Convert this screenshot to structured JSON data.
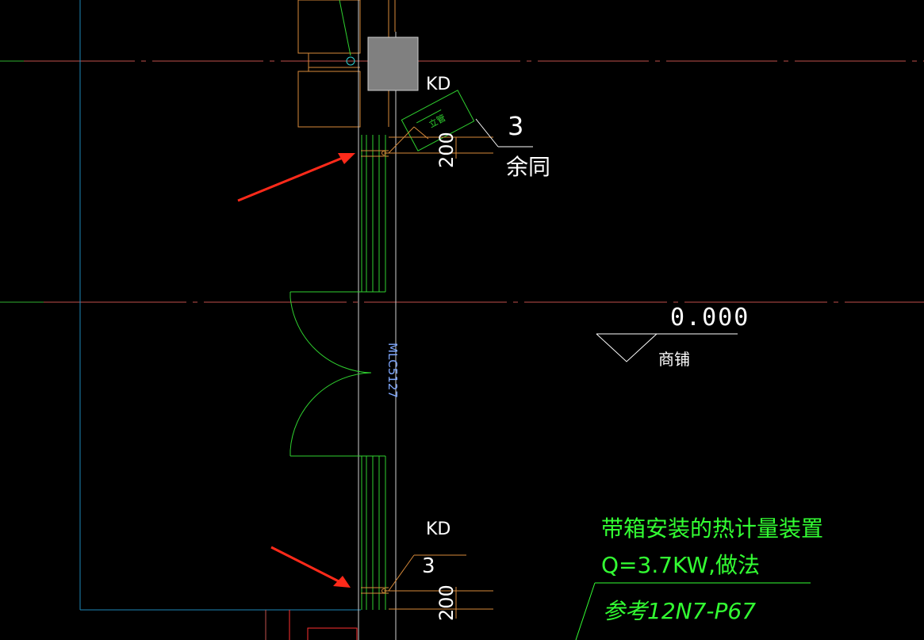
{
  "colors": {
    "background": "#000000",
    "axis_red": "#c0504d",
    "axis_green": "#2fb02f",
    "wall_cyan": "#1e88b8",
    "wall_green": "#2fd02f",
    "orange": "#d88a3a",
    "white": "#ffffff",
    "arrow": "#ff2a1a",
    "door_label": "#7fa8ff",
    "note_green": "#33ff33"
  },
  "labels": {
    "kd_top": "KD",
    "kd_bottom": "KD",
    "num_top": "3",
    "num_bottom": "3",
    "dim_top": "200",
    "dim_bottom": "200",
    "yutong": "余同",
    "elevation": "0.000",
    "shop": "商铺",
    "door_code": "MLC5127",
    "tag_small": "立管"
  },
  "note": {
    "line1": "带箱安装的热计量装置",
    "line2": "Q=3.7KW,做法",
    "line3": "参考12N7-P67"
  }
}
